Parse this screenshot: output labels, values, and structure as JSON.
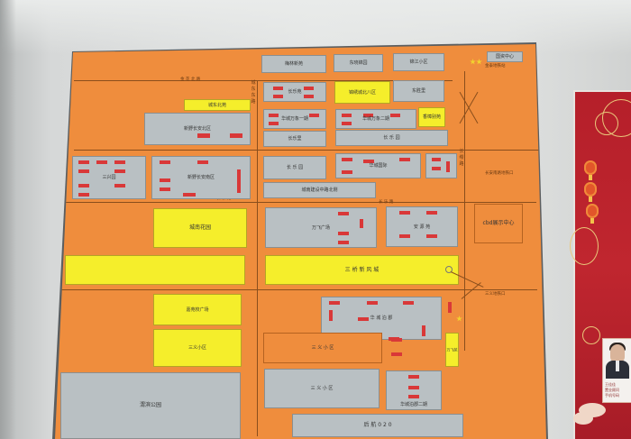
{
  "scene": {
    "board_colors": {
      "base": "#ef8d3d",
      "gray": "#b9c0c3",
      "yellow": "#f5ee2b",
      "building": "#d93838",
      "frame": "#5b5e60"
    },
    "poster_colors": {
      "red": "#b51f2a",
      "gold": "#e9c77a"
    }
  },
  "map": {
    "top_row": [
      "梅林新苑",
      "东晓锦园",
      "锦江小区",
      "国资中心"
    ],
    "metro_north": "金泰地铁站",
    "roads": {
      "north_road": "金 花 北 路",
      "jinhuan": "长 乐 路",
      "west_lane": "城 东 东 路",
      "middle_lane": "长 乐 路",
      "east_road": "长 缨 路",
      "sanjiang": "三 溪 路"
    },
    "blocks": {
      "cheng_dong_yuan": "城东北苑",
      "xin_cheng_ba": "锦绣城北八区",
      "chang_le_yuan": "长乐苑",
      "xiang_yan": "香樟别苑",
      "huacheng_wanxiang_1": "华城万象一期",
      "huacheng_wanxiang_2": "华城万象二期",
      "dong_sheng": "东胜里",
      "xinhe_anju": "新野长安北区",
      "chang_le_1": "长乐里",
      "chang_le_2": "长 乐 园",
      "sanjia": "三兴园",
      "xinhe_dong": "新野长安南区",
      "chang_le_3": "长 乐 园",
      "huacheng_guoji": "华城国际",
      "anchor_metro": "长安南路地铁口",
      "station_street": "城南建设中路北侧",
      "chengnan_gaodi": "城南花园",
      "wanfei": "万飞广场",
      "anshang": "安 源 苑",
      "cbd": "cbd展示中心",
      "sanxia_gaoxin": "三 桥 新 风 城",
      "kaiyuan": "嘉苑校广场",
      "sanjiao_xiao": "三义小区",
      "huacheng_3": "华 城 泊 郡",
      "metro_sanqiao": "三义地铁口",
      "wanfei_yuan": "万飞苑",
      "sanyi_south": "三 义 小 区",
      "sanyi_mid": "三 义 小 区",
      "jingnan_park": "渭滨公园",
      "huacheng_2": "华城泊郡二期",
      "bottom": "后 航 0 2 0"
    }
  },
  "poster": {
    "card_title": "王佳佳",
    "card_line2": "置业顾问",
    "card_line3": "手机号码"
  }
}
